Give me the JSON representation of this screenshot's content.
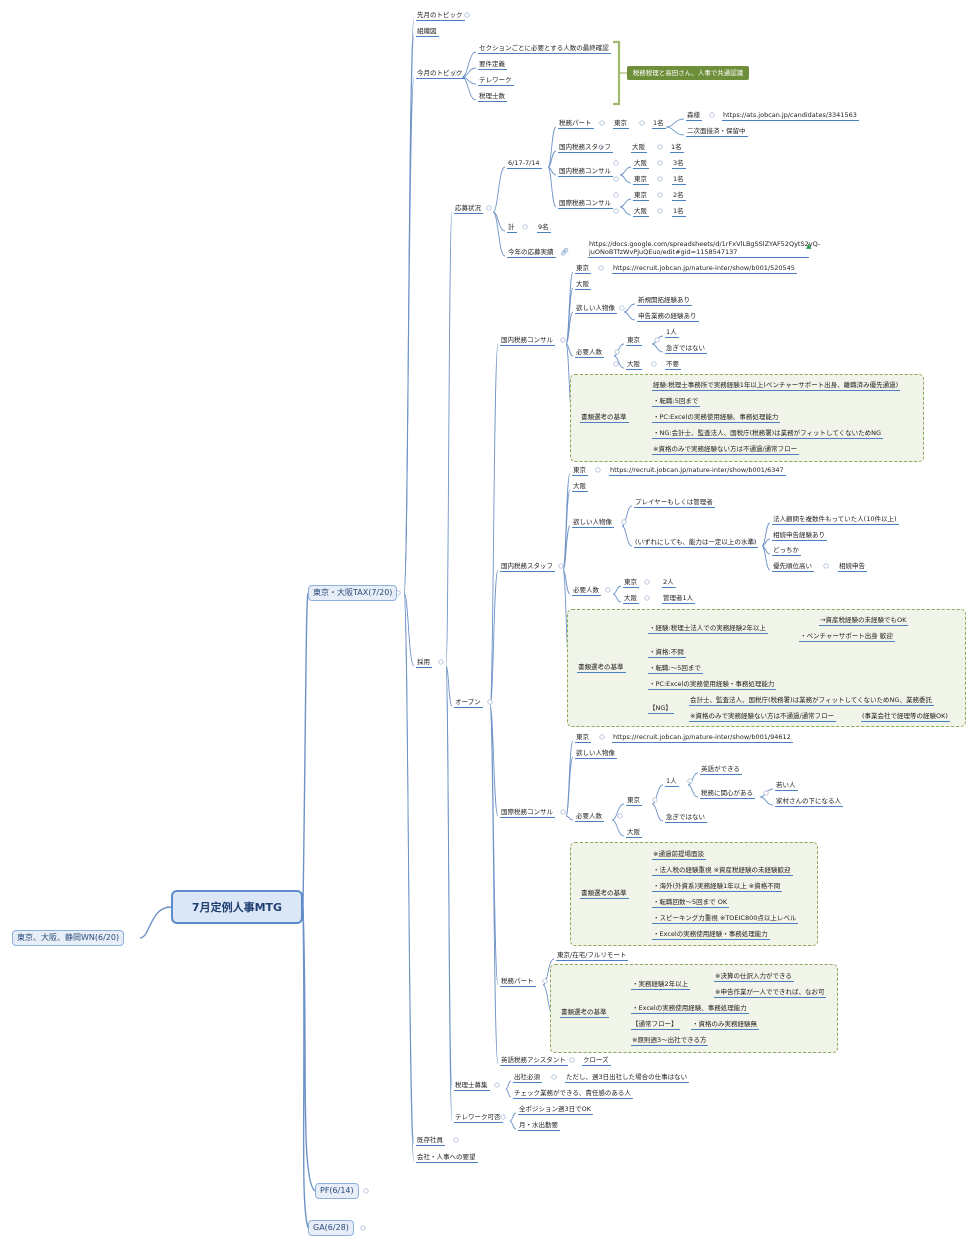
{
  "root": "7月定例人事MTG",
  "left_branch": "東京、大阪、静岡WN(6/20)",
  "branches": {
    "tax": "東京・大阪TAX(7/20)",
    "pf": "PF(6/14)",
    "ga": "GA(6/28)"
  },
  "topics": {
    "last_month": "先月のトピック",
    "org": "組織図",
    "this_month": "今月のトピック",
    "this_month_items": [
      "セクションごとに必要とする人数の最終確認",
      "要件定義",
      "テレワーク",
      "税理士数"
    ],
    "callout": "税務税理と高田さん、人事で共通認識",
    "hiring": "採用",
    "existing": "既存社員",
    "requests": "会社・人事への要望"
  },
  "applications": {
    "label": "応募状況",
    "period": "6/17-7/14",
    "tax_part": "税務パート",
    "tokyo": "東京",
    "one": "1名",
    "morisawa": "森様",
    "morisawa_url": "https://ats.jobcan.jp/candidates/3341563",
    "second_interview": "二次面接済・保留中",
    "domestic_staff": "国内税務スタッフ",
    "osaka": "大阪",
    "domestic_consul": "国内税務コンサル",
    "three": "3名",
    "intl_consul": "国際税務コンサル",
    "two": "2名",
    "total": "計",
    "nine": "9名",
    "this_year": "今年の応募実績",
    "sheet_url": "https://docs.google.com/spreadsheets/d/1rFxVlLBgSSlZYAF52QytS2yQ-juONoBTfzWvPjuQEuo/edit#gid=1158547137"
  },
  "open": {
    "label": "オープン",
    "dc": {
      "label": "国内税務コンサル",
      "tokyo_url": "https://recruit.jobcan.jp/nature-inter/show/b001/520545",
      "want": "欲しい人物像",
      "want_items": [
        "新規開拓経験あり",
        "申告業務の経験あり"
      ],
      "need": "必要人数",
      "need_tokyo": [
        "1人",
        "急ぎではない"
      ],
      "need_osaka": "不要",
      "screen": "書類選考の基準",
      "screen_items": [
        "経験:税理士事務所で実務経験1年以上(ベンチャーサポート出身、離職済み優先通過)",
        "・転職:5回まで",
        "・PC:Excelの実務使用経験、事務処理能力",
        "・NG:会計士、監査法人、国税庁(税務署)は業務がフィットしてくないためNG",
        "※資格のみで実務経験ない方は不通過/通常フロー"
      ]
    },
    "ds": {
      "label": "国内税務スタッフ",
      "tokyo_url": "https://recruit.jobcan.jp/nature-inter/show/b001/6347",
      "want": "欲しい人物像",
      "player": "プレイヤーもしくは管理者",
      "anyway": "(いずれにしても、能力は一定以上の水準)",
      "sub": [
        "法人顧問を複数件もっていた人(10件以上)",
        "相続申告経験あり",
        "どっちか",
        "優先順位高い",
        "相続申告"
      ],
      "need": "必要人数",
      "need_tokyo": "2人",
      "need_osaka": "管理者1人",
      "screen": "書類選考の基準",
      "exp": "・経験:税理士法人での実務経験2年以上",
      "exp_sub": [
        "→資産税経験の未経験でもOK",
        "・ベンチャーサポート出身 歓迎"
      ],
      "items": [
        "・資格:不問",
        "・転職:～5回まで",
        "・PC:Excelの実務使用経験・事務処理能力"
      ],
      "ng": "【NG】",
      "ng_items": [
        "会計士、監査法人、国税庁(税務署)は業務がフィットしてくないためNG、業務委託",
        "※資格のみで実務経験ない方は不通過/通常フロー"
      ],
      "ng_note": "(事業会社で経理等の経験OK)"
    },
    "ic": {
      "label": "国際税務コンサル",
      "tokyo_url": "https://recruit.jobcan.jp/nature-inter/show/b001/94612",
      "want": "欲しい人物像",
      "need": "必要人数",
      "one": "1人",
      "english": "英語ができる",
      "tax_interest": "税務に関心がある",
      "young": "若い人",
      "under": "家村さんの下になる人",
      "not_urgent": "急ぎではない",
      "screen": "書類選考の基準",
      "items": [
        "※通過前提場面談",
        "・法人税の経験重視 ※資産税経験の未経験歓迎",
        "・海外(外資系)実務経験1年以上 ※資格不問",
        "・転職回数～5回まで OK",
        "・スピーキング力重視 ※TOEIC800点以上レベル",
        "・Excelの実務使用経験・事務処理能力"
      ]
    },
    "tp": {
      "label": "税務パート",
      "location": "東京/在宅/フルリモート",
      "screen": "書類選考の基準",
      "exp": "・実務経験2年以上",
      "exp_sub": [
        "※決算の仕訳入力ができる",
        "※申告作業が一人でできれば、なお可"
      ],
      "excel": "・Excelの実務使用経験、事務処理能力",
      "normal": "【通常フロー】",
      "normal_sub": "・資格のみ実務経験無",
      "rule": "※原則週3～出社できる方"
    },
    "bilingual": "英語税務アシスタント",
    "closed": "クローズ"
  },
  "accountant": {
    "label": "税理士募集",
    "office": "出社必須",
    "office_note": "ただし、週3日出社した場合の仕事はない",
    "check": "チェック業務ができる、責任感のある人"
  },
  "telework": {
    "label": "テレワーク可否",
    "all": "全ポジション週3日でOK",
    "day": "月・水出勤要"
  }
}
